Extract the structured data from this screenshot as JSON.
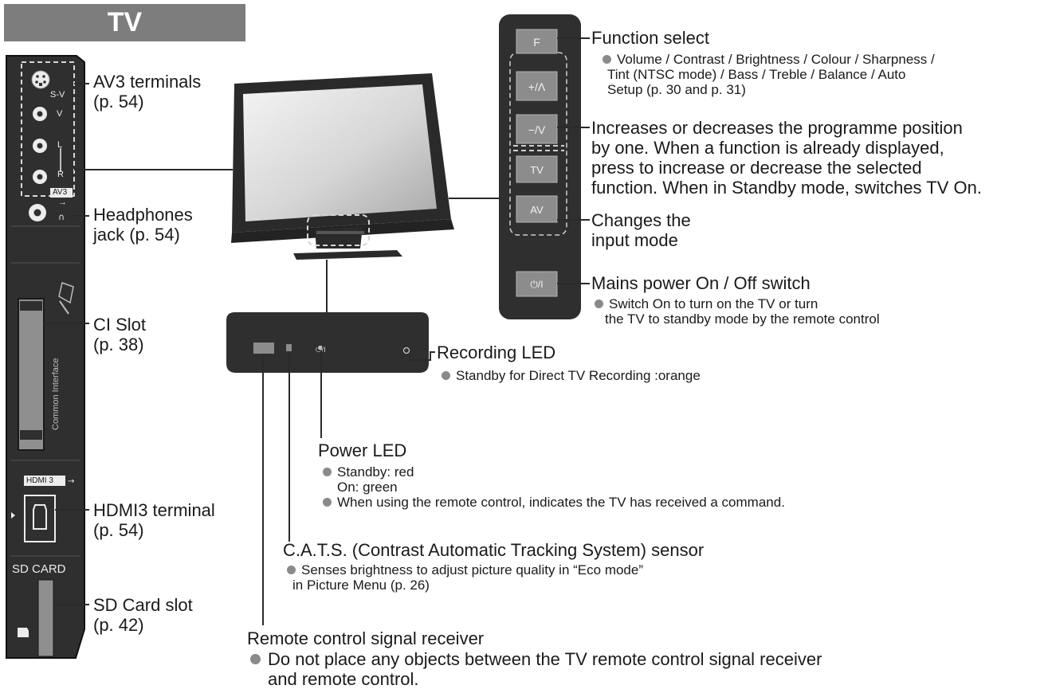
{
  "header": {
    "title": "TV"
  },
  "side_panel": {
    "svideo_tag": "S-V",
    "video_tag": "V",
    "left_tag": "L",
    "right_tag": "R",
    "av3_tag": "AV3",
    "ci_text": "Common Interface",
    "hdmi_tag": "HDMI 3",
    "sd_tag": "SD CARD"
  },
  "side_labels": {
    "av3": [
      "AV3 terminals",
      "(p. 54)"
    ],
    "headphones": [
      "Headphones",
      "jack (p. 54)"
    ],
    "ci": [
      "CI Slot",
      "(p. 38)"
    ],
    "hdmi": [
      "HDMI3 terminal",
      "(p. 54)"
    ],
    "sd": [
      "SD Card slot",
      "(p. 42)"
    ]
  },
  "buttons": {
    "f": "F",
    "up": "+/Λ",
    "down": "−/V",
    "tv": "TV",
    "av": "AV",
    "power": "⏻/I"
  },
  "front_panel": {
    "power_mark": "⏻/I"
  },
  "callouts": {
    "function_select": {
      "title": "Function select",
      "lines": [
        "Volume / Contrast / Brightness / Colour / Sharpness /",
        "Tint (NTSC mode) / Bass / Treble / Balance / Auto",
        "Setup (p. 30 and p. 31)"
      ]
    },
    "programme": {
      "lines": [
        "Increases or decreases the programme position",
        "by one. When a function is already displayed,",
        "press to increase or decrease the selected",
        "function. When in Standby mode, switches TV On."
      ]
    },
    "input_mode": {
      "lines": [
        "Changes the",
        "input mode"
      ]
    },
    "mains_power": {
      "title": "Mains power On / Off switch",
      "lines": [
        "Switch On to turn on the TV or turn",
        "the TV to standby mode by the remote control"
      ]
    },
    "recording_led": {
      "title": "Recording LED",
      "note": "Standby for Direct TV Recording :orange"
    },
    "power_led": {
      "title": "Power LED",
      "notes": [
        "Standby: red",
        "On: green",
        "When using the remote control, indicates the TV has received a command."
      ]
    },
    "cats": {
      "title": "C.A.T.S. (Contrast Automatic Tracking System) sensor",
      "notes": [
        "Senses brightness to adjust picture quality in “Eco mode”",
        "in Picture Menu (p. 26)"
      ]
    },
    "remote_receiver": {
      "title": "Remote control signal receiver",
      "notes": [
        "Do not place any objects between the TV remote control signal receiver",
        "and remote control."
      ]
    }
  },
  "colors": {
    "header_bg": "#7d7d7d",
    "panel_dark": "#2f2f2f",
    "button_gray": "#8c8c8c",
    "bullet": "#8a8a8a",
    "text": "#1a1a1a"
  }
}
